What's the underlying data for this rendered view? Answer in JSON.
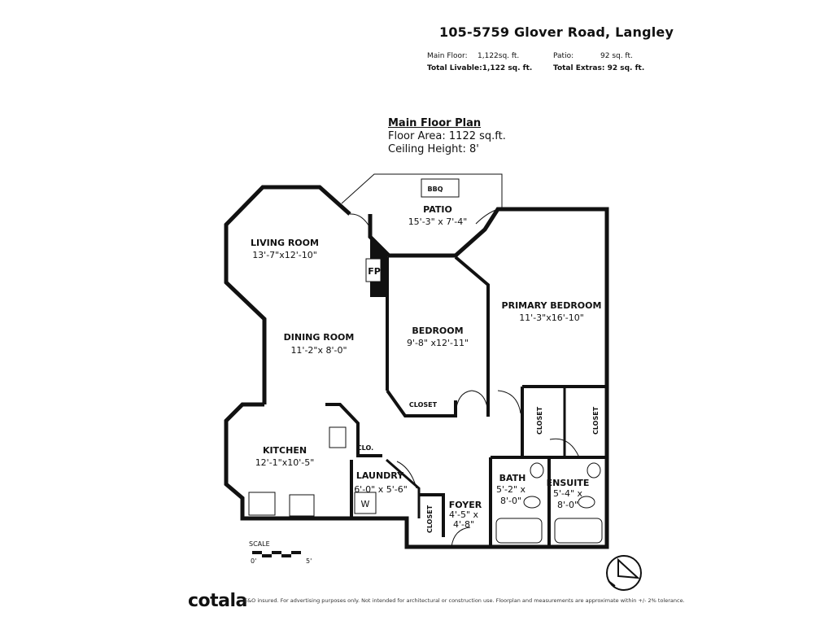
{
  "header": {
    "address": "105-5759 Glover Road, Langley",
    "stats_left": [
      {
        "label": "Main Floor:",
        "value": "1,122sq. ft.",
        "bold": false
      },
      {
        "label": "Total Livable:",
        "value": "1,122 sq. ft.",
        "bold": true
      }
    ],
    "stats_right": [
      {
        "label": "Patio:",
        "value": "92  sq. ft.",
        "bold": false
      },
      {
        "label": "Total Extras:",
        "value": "92 sq. ft.",
        "bold": true
      }
    ]
  },
  "plan": {
    "title": "Main Floor Plan",
    "floor_area": "Floor Area: 1122 sq.ft.",
    "ceiling": "Ceiling Height: 8'"
  },
  "rooms": {
    "patio": {
      "name": "PATIO",
      "dim": "15'-3\" x  7'-4\""
    },
    "living": {
      "name": "LIVING ROOM",
      "dim": "13'-7\"x12'-10\""
    },
    "dining": {
      "name": "DINING ROOM",
      "dim": "11'-2\"x  8'-0\""
    },
    "bedroom": {
      "name": "BEDROOM",
      "dim": "9'-8\" x12'-11\""
    },
    "primary": {
      "name": "PRIMARY BEDROOM",
      "dim": "11'-3\"x16'-10\""
    },
    "kitchen": {
      "name": "KITCHEN",
      "dim": "12'-1\"x10'-5\""
    },
    "laundry": {
      "name": "LAUNDRY",
      "dim": "6'-0\" x  5'-6\""
    },
    "bath": {
      "name": "BATH",
      "dim1": "5'-2\"  x",
      "dim2": "8'-0\""
    },
    "ensuite": {
      "name": "ENSUITE",
      "dim1": "5'-4\"  x",
      "dim2": "8'-0\""
    },
    "foyer": {
      "name": "FOYER",
      "dim1": "4'-5\"  x",
      "dim2": "4'-8\""
    }
  },
  "labels": {
    "fp": "FP",
    "bbq": "BBQ",
    "closet": "CLOSET",
    "clo": "CLO.",
    "washer": "W"
  },
  "scale": {
    "label": "SCALE",
    "start": "0'",
    "end": "5'"
  },
  "footer": {
    "logo": "cotala",
    "disclaimer": "E&O insured. For advertising purposes only. Not intended for architectural or construction use. Floorplan and measurements are approximate within +/- 2% tolerance."
  }
}
